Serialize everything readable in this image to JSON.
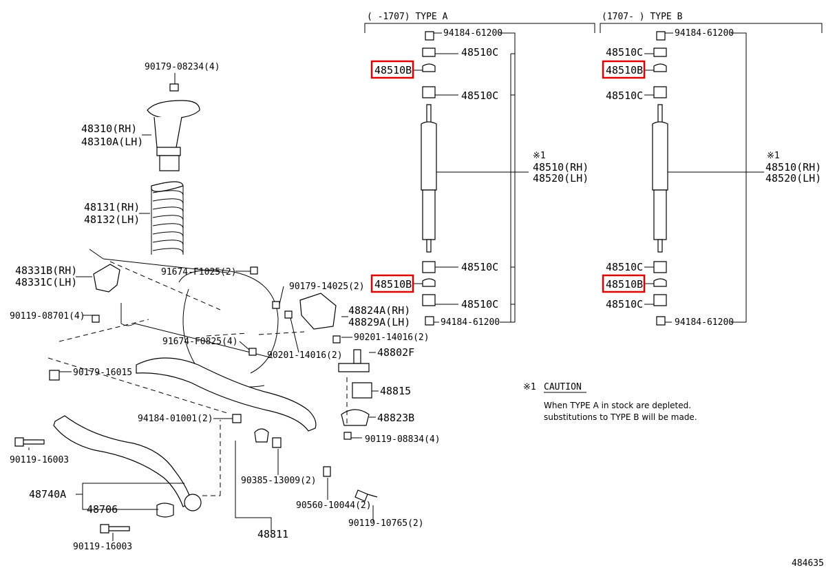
{
  "diagram": {
    "type_a_header": "(     -1707) TYPE A",
    "type_b_header": "(1707-     ) TYPE B",
    "caution_mark": "※1",
    "caution_title": "CAUTION",
    "caution_line1": "When TYPE A in stock are depleted.",
    "caution_line2": "substitutions to TYPE B will be made.",
    "figure_id": "484635",
    "labels": {
      "p90179_08234": "90179-08234(4)",
      "p48310_rh": "48310(RH)",
      "p48310a_lh": "48310A(LH)",
      "p48131_rh": "48131(RH)",
      "p48132_lh": "48132(LH)",
      "p48331b_rh": "48331B(RH)",
      "p48331c_lh": "48331C(LH)",
      "p90119_08701": "90119-08701(4)",
      "p91674_f1025": "91674-F1025(2)",
      "p90179_14025": "90179-14025(2)",
      "p48824a_rh": "48824A(RH)",
      "p48829a_lh": "48829A(LH)",
      "p91674_f0825": "91674-F0825(4)",
      "p90201_14016_a": "90201-14016(2)",
      "p90201_14016_b": "90201-14016(2)",
      "p48802f": "48802F",
      "p90179_16015": "90179-16015",
      "p48815": "48815",
      "p48823b": "48823B",
      "p94184_01001": "94184-01001(2)",
      "p90119_08834": "90119-08834(4)",
      "p90119_16003_a": "90119-16003",
      "p90385_13009": "90385-13009(2)",
      "p48740a": "48740A",
      "p90560_10044": "90560-10044(2)",
      "p48706": "48706",
      "p90119_10765": "90119-10765(2)",
      "p48811": "48811",
      "p90119_16003_b": "90119-16003",
      "a_94184_top": "94184-61200",
      "a_48510c_1": "48510C",
      "a_48510b_1": "48510B",
      "a_48510c_2": "48510C",
      "a_note": "※1",
      "a_48510_rh": "48510(RH)",
      "a_48520_lh": "48520(LH)",
      "a_48510c_3": "48510C",
      "a_48510b_2": "48510B",
      "a_48510c_4": "48510C",
      "a_94184_bot": "94184-61200",
      "b_94184_top": "94184-61200",
      "b_48510c_1": "48510C",
      "b_48510b_1": "48510B",
      "b_48510c_2": "48510C",
      "b_note": "※1",
      "b_48510_rh": "48510(RH)",
      "b_48520_lh": "48520(LH)",
      "b_48510c_3": "48510C",
      "b_48510b_2": "48510B",
      "b_48510c_4": "48510C",
      "b_94184_bot": "94184-61200"
    }
  }
}
